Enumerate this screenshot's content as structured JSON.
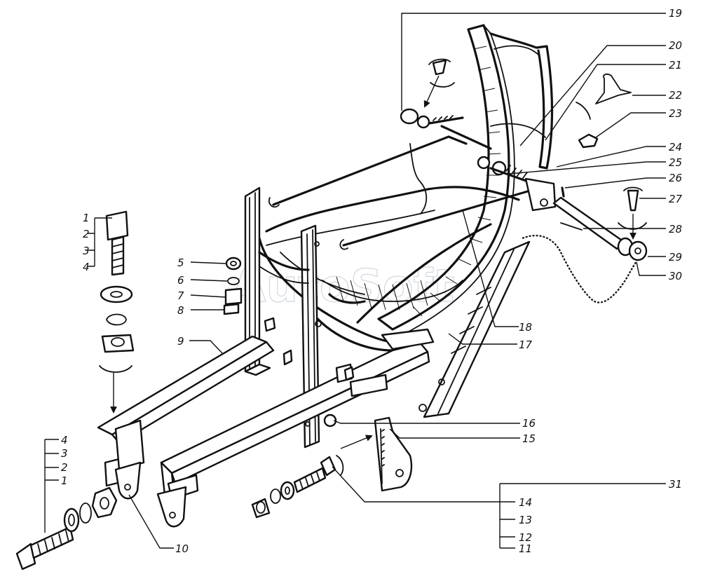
{
  "watermark": "AutoSoft",
  "callouts": [
    {
      "id": "c1",
      "label": "1"
    },
    {
      "id": "c2",
      "label": "2"
    },
    {
      "id": "c3",
      "label": "3"
    },
    {
      "id": "c4",
      "label": "4"
    },
    {
      "id": "c5",
      "label": "5"
    },
    {
      "id": "c6",
      "label": "6"
    },
    {
      "id": "c7",
      "label": "7"
    },
    {
      "id": "c8",
      "label": "8"
    },
    {
      "id": "c9",
      "label": "9"
    },
    {
      "id": "c10",
      "label": "10"
    },
    {
      "id": "c11",
      "label": "11"
    },
    {
      "id": "c12",
      "label": "12"
    },
    {
      "id": "c13",
      "label": "13"
    },
    {
      "id": "c14",
      "label": "14"
    },
    {
      "id": "c15",
      "label": "15"
    },
    {
      "id": "c16",
      "label": "16"
    },
    {
      "id": "c17",
      "label": "17"
    },
    {
      "id": "c18",
      "label": "18"
    },
    {
      "id": "c19",
      "label": "19"
    },
    {
      "id": "c20",
      "label": "20"
    },
    {
      "id": "c21",
      "label": "21"
    },
    {
      "id": "c22",
      "label": "22"
    },
    {
      "id": "c23",
      "label": "23"
    },
    {
      "id": "c24",
      "label": "24"
    },
    {
      "id": "c25",
      "label": "25"
    },
    {
      "id": "c26",
      "label": "26"
    },
    {
      "id": "c27",
      "label": "27"
    },
    {
      "id": "c28",
      "label": "28"
    },
    {
      "id": "c29",
      "label": "29"
    },
    {
      "id": "c30",
      "label": "30"
    },
    {
      "id": "c31",
      "label": "31"
    },
    {
      "id": "c4b",
      "label": "4"
    },
    {
      "id": "c3b",
      "label": "3"
    },
    {
      "id": "c2b",
      "label": "2"
    },
    {
      "id": "c1b",
      "label": "1"
    }
  ]
}
